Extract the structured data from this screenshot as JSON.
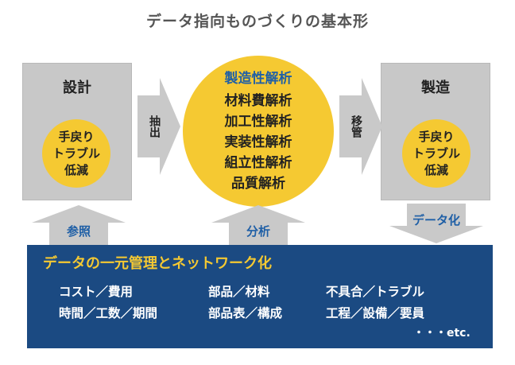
{
  "title": "データ指向ものづくりの基本形",
  "design_box": {
    "heading": "設計",
    "circle_lines": [
      "手戻り",
      "トラブル",
      "低減"
    ]
  },
  "manufacture_box": {
    "heading": "製造",
    "circle_lines": [
      "手戻り",
      "トラブル",
      "低減"
    ]
  },
  "center_circle": {
    "title": "製造性解析",
    "items": [
      "材料費解析",
      "加工性解析",
      "実装性解析",
      "組立性解析",
      "品質解析"
    ]
  },
  "arrows": {
    "left_label": "抽出",
    "right_label": "移管",
    "up_left_label": "参照",
    "up_center_label": "分析",
    "down_right_label": "データ化"
  },
  "bottom_panel": {
    "title": "データの一元管理とネットワーク化",
    "items": [
      "コスト／費用",
      "時間／工数／期間",
      "部品／材料",
      "部品表／構成",
      "不具合／トラブル",
      "工程／設備／要員",
      "・・・etc."
    ]
  },
  "colors": {
    "gray_box": "#c8c8c8",
    "yellow": "#f5c932",
    "navy": "#1b4a82",
    "blue_text": "#1f5fa6",
    "arrow_gray": "#c9c9c9"
  }
}
